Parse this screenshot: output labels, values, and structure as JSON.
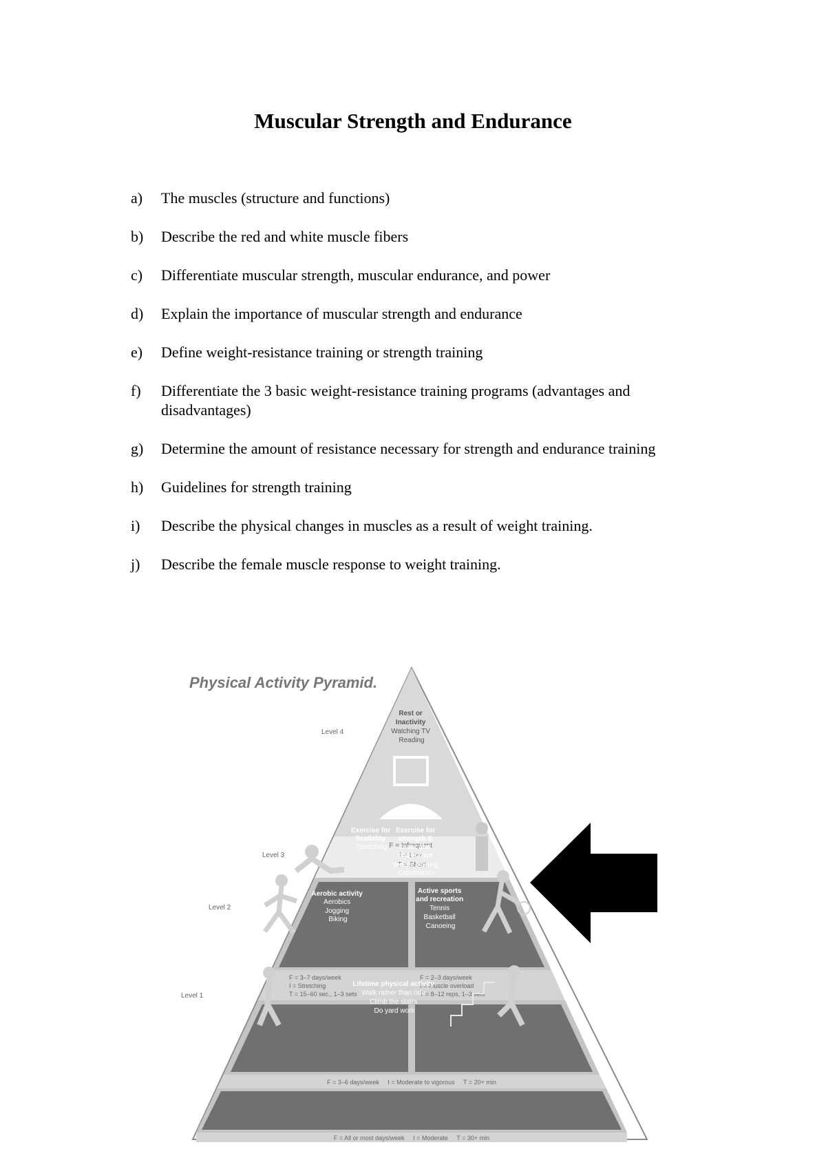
{
  "title": "Muscular Strength and Endurance",
  "objectives": [
    {
      "marker": "a)",
      "text": "The muscles (structure and functions)"
    },
    {
      "marker": "b)",
      "text": "Describe the red and white muscle fibers"
    },
    {
      "marker": "c)",
      "text": "Differentiate muscular strength, muscular endurance, and power"
    },
    {
      "marker": "d)",
      "text": "Explain the importance of muscular strength and endurance"
    },
    {
      "marker": "e)",
      "text": "Define weight-resistance training or strength training"
    },
    {
      "marker": "f)",
      "text": "Differentiate the 3 basic weight-resistance training programs (advantages and disadvantages)"
    },
    {
      "marker": "g)",
      "text": "Determine the amount of resistance necessary for strength and endurance training"
    },
    {
      "marker": "h)",
      "text": "Guidelines for strength training"
    },
    {
      "marker": "i)",
      "text": "Describe the physical changes in muscles as a result of weight training."
    },
    {
      "marker": "j)",
      "text": "Describe the female muscle response to weight training."
    }
  ],
  "pyramid": {
    "title": "Physical Activity Pyramid.",
    "level4": {
      "label": "Level 4",
      "lines": [
        "Rest or",
        "Inactivity",
        "Watching TV",
        "Reading"
      ],
      "fit": [
        "F = Infrequent",
        "I = Low",
        "T = Short"
      ]
    },
    "level3": {
      "label": "Level 3",
      "left_lines": [
        "Exercise for",
        "flexibility",
        "Stretching"
      ],
      "right_lines": [
        "Exercise for",
        "strength &",
        "muscular",
        "endurance",
        "Weight training",
        "Calisthenics"
      ],
      "left_fit": [
        "F = 3–7 days/week",
        "I = Stretching",
        "T = 15–60 sec., 1–3 sets"
      ],
      "right_fit": [
        "F = 2–3 days/week",
        "I = Muscle overload",
        "T = 8–12 reps, 1–3 sets"
      ]
    },
    "level2": {
      "label": "Level 2",
      "left_lines": [
        "Aerobic activity",
        "Aerobics",
        "Jogging",
        "Biking"
      ],
      "right_lines": [
        "Active sports",
        "and recreation",
        "Tennis",
        "Basketball",
        "Canoeing"
      ],
      "fit": "F = 3–6 days/week     I = Moderate to vigorous     T = 20+ min"
    },
    "level1": {
      "label": "Level 1",
      "lines": [
        "Lifetime physical activity",
        "Walk rather than ride",
        "Climb the stairs",
        "Do yard work"
      ],
      "fit": "F = All or most days/week     I = Moderate     T = 30+ min"
    }
  },
  "colors": {
    "band_dark": "#707070",
    "band_light": "#c4c4c4",
    "top_fill": "#d9d9d9",
    "arrow": "#000000"
  }
}
